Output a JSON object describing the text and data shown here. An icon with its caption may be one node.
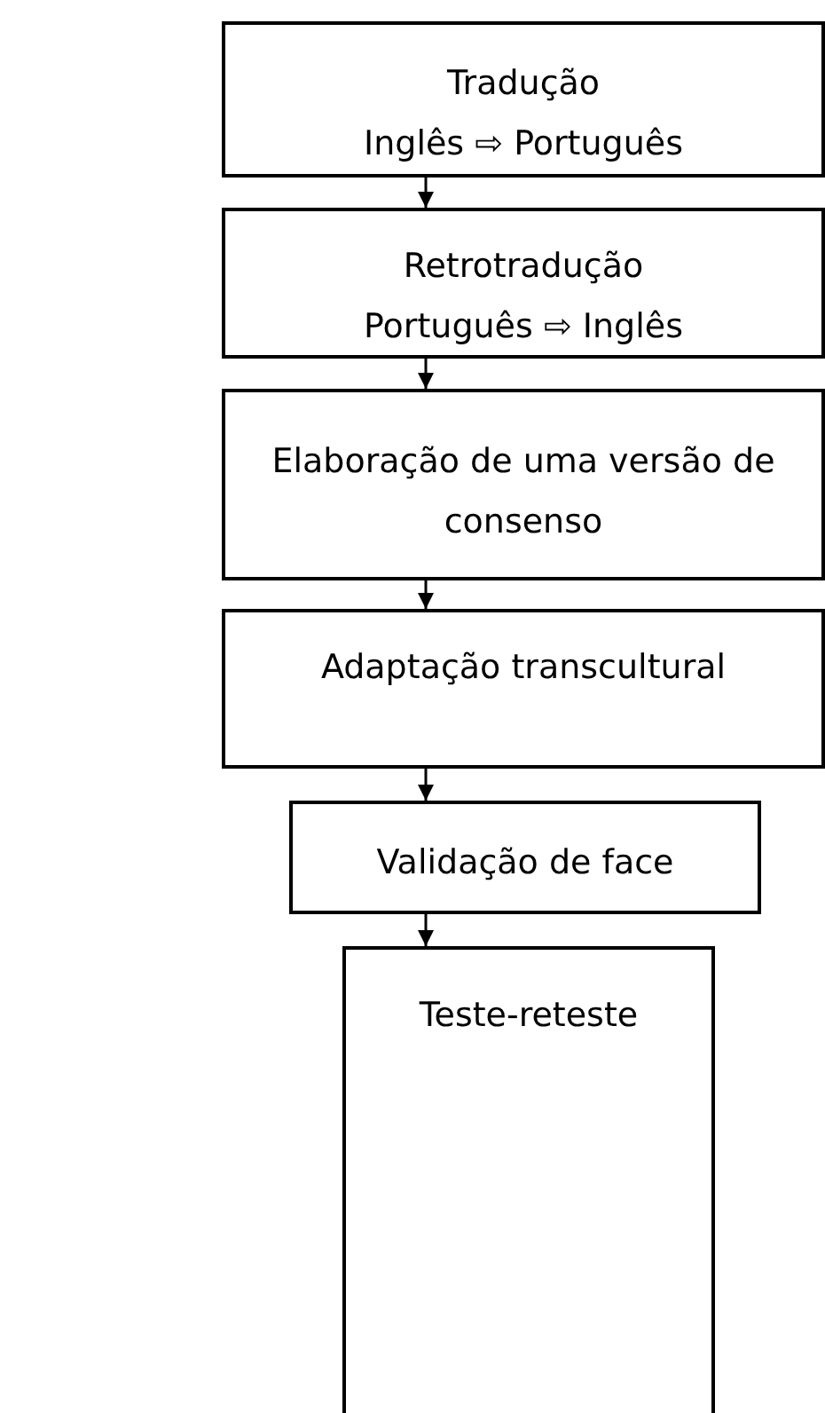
{
  "diagram": {
    "nodes": [
      {
        "text": [
          "Tradução",
          "Inglês ⇨ Português"
        ]
      },
      {
        "text": [
          "Retrotradução",
          "Português ⇨ Inglês"
        ]
      },
      {
        "text": [
          "Elaboração de uma versão de consenso"
        ]
      },
      {
        "text": [
          "Adaptação transcultural"
        ]
      },
      {
        "text": [
          "Validação de face"
        ]
      },
      {
        "text": [
          "Teste-reteste"
        ]
      }
    ],
    "edges": [
      {
        "from": 0,
        "to": 1,
        "arrow": "to"
      },
      {
        "from": 1,
        "to": 2,
        "arrow": "to"
      },
      {
        "from": 2,
        "to": 3,
        "arrow": "to"
      },
      {
        "from": 3,
        "to": 4,
        "arrow": "to"
      },
      {
        "from": 4,
        "to": 5,
        "arrow": "to"
      }
    ]
  }
}
